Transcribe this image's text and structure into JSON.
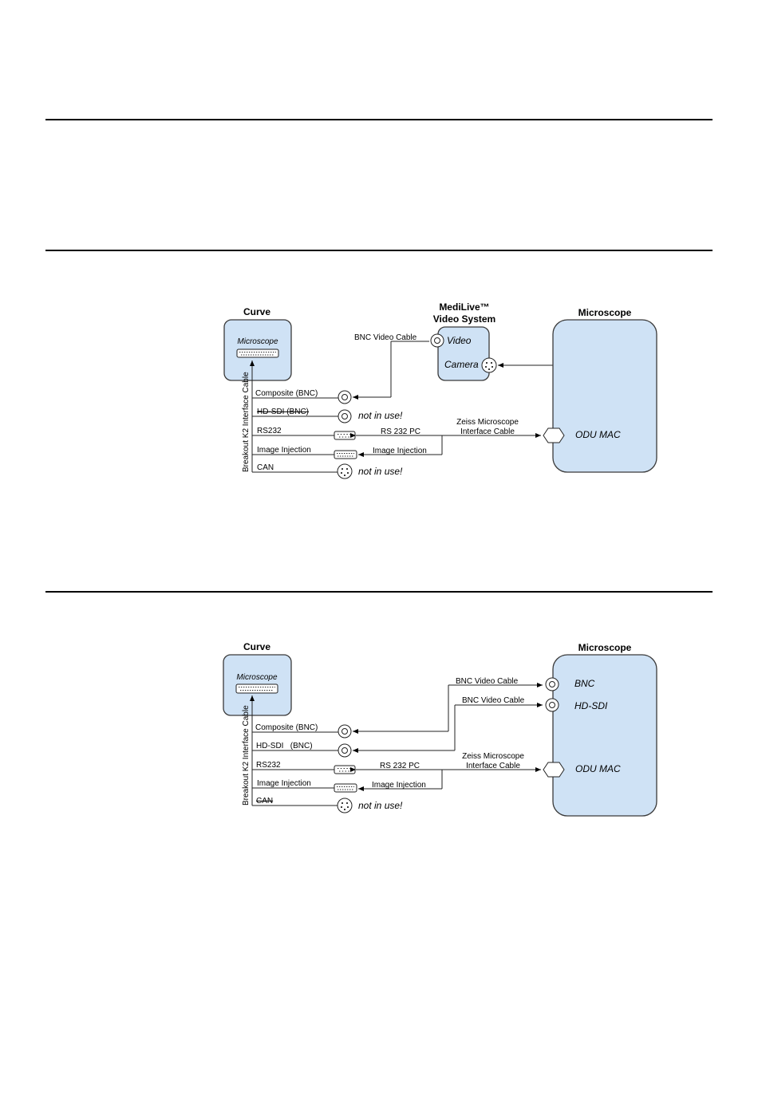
{
  "diagram1": {
    "curve_title": "Curve",
    "curve_inner_label": "Microscope",
    "medilive_title_line1": "MediLive™",
    "medilive_title_line2": "Video System",
    "medilive_video_label": "Video",
    "medilive_camera_label": "Camera",
    "microscope_title": "Microscope",
    "microscope_port_odu": "ODU MAC",
    "breakout_cable_label": "Breakout K2 Interface Cable",
    "port_composite": "Composite (BNC)",
    "port_hdsdi": "HD-SDI (BNC)",
    "port_rs232": "RS232",
    "port_image_injection": "Image Injection",
    "port_can": "CAN",
    "not_in_use_1": "not in use!",
    "not_in_use_2": "not in use!",
    "cable_bnc_video": "BNC Video Cable",
    "cable_rs232_pc": "RS 232 PC",
    "cable_image_injection": "Image Injection",
    "cable_zeiss_line1": "Zeiss Microscope",
    "cable_zeiss_line2": "Interface Cable"
  },
  "diagram2": {
    "curve_title": "Curve",
    "curve_inner_label": "Microscope",
    "microscope_title": "Microscope",
    "microscope_port_bnc": "BNC",
    "microscope_port_hdsdi": "HD-SDI",
    "microscope_port_odu": "ODU MAC",
    "breakout_cable_label": "Breakout K2 Interface Cable",
    "port_composite": "Composite (BNC)",
    "port_hdsdi": "HD-SDI   (BNC)",
    "port_rs232": "RS232",
    "port_image_injection": "Image Injection",
    "port_can": "CAN",
    "not_in_use": "not in use!",
    "cable_bnc_video_1": "BNC Video Cable",
    "cable_bnc_video_2": "BNC Video Cable",
    "cable_rs232_pc": "RS 232 PC",
    "cable_image_injection": "Image Injection",
    "cable_zeiss_line1": "Zeiss Microscope",
    "cable_zeiss_line2": "Interface Cable"
  },
  "colors": {
    "box_fill": "#cfe2f5",
    "line": "#000000"
  }
}
